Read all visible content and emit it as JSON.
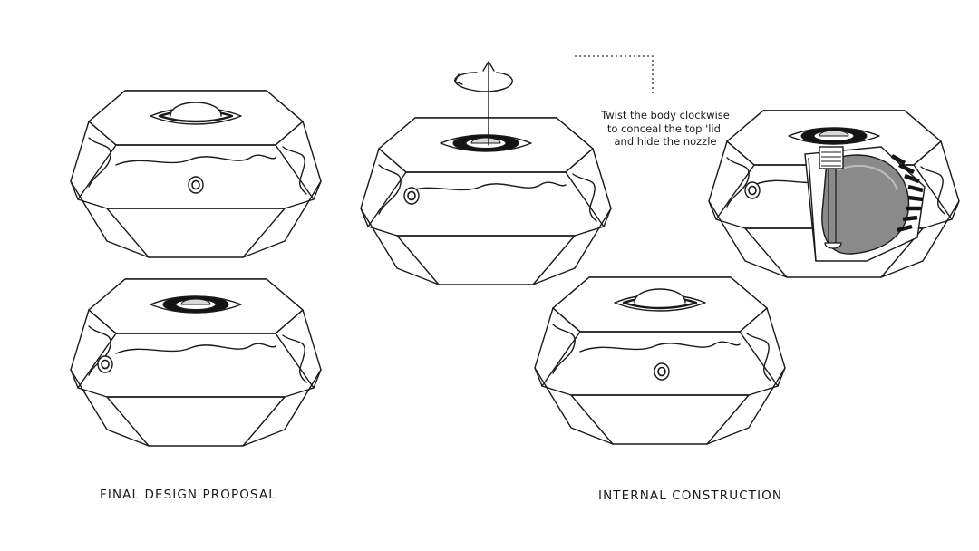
{
  "annotation": {
    "lines": [
      "Twist the body clockwise",
      "to conceal the top 'lid'",
      "and hide the nozzle"
    ]
  },
  "captions": {
    "final": "FINAL DESIGN PROPOSAL",
    "internal": "INTERNAL CONSTRUCTION"
  }
}
